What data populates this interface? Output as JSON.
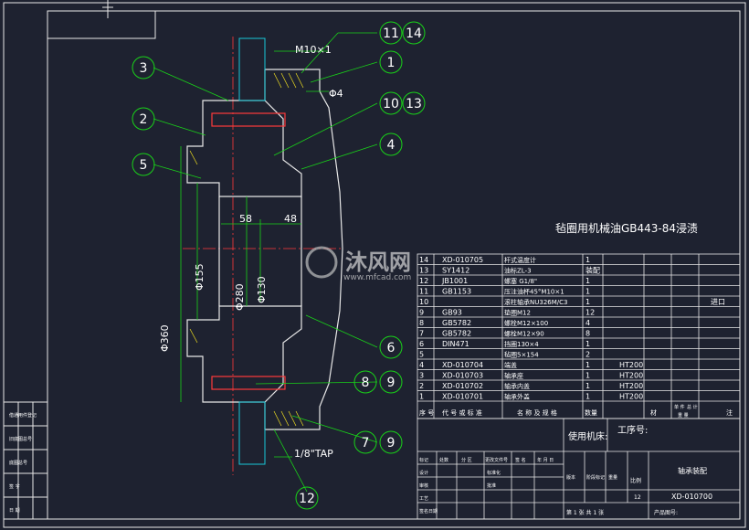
{
  "drawing": {
    "title_note": "毡圈用机械油GB443-84浸渍",
    "watermark_name": "沐风网",
    "watermark_url": "www.mfcad.com"
  },
  "callouts": [
    {
      "label": "11",
      "label2": "14"
    },
    {
      "label": "1"
    },
    {
      "label": "3"
    },
    {
      "label": "10",
      "label2": "13"
    },
    {
      "label": "2"
    },
    {
      "label": "4"
    },
    {
      "label": "5"
    },
    {
      "label": "6"
    },
    {
      "label": "8",
      "label2": "9"
    },
    {
      "label": "7",
      "label2": "9"
    },
    {
      "label": "12"
    }
  ],
  "dimensions": {
    "thread": "M10×1",
    "hole": "Φ4",
    "d1": "58",
    "d2": "48",
    "dia_155": "Φ155",
    "dia_280": "Φ280",
    "dia_130": "Φ130",
    "dia_360": "Φ360",
    "tap": "1/8\"TAP"
  },
  "bom": {
    "rows": [
      {
        "no": "14",
        "code": "XD-010705",
        "name": "杆式温度计",
        "qty": "1",
        "mat": "",
        "note": ""
      },
      {
        "no": "13",
        "code": "SY1412",
        "name": "油标ZL-3",
        "qty": "装配",
        "mat": "",
        "note": ""
      },
      {
        "no": "12",
        "code": "JB1001",
        "name": "螺塞 G1/8\"",
        "qty": "1",
        "mat": "",
        "note": ""
      },
      {
        "no": "11",
        "code": "GB1153",
        "name": "压注油杯45°M10×1",
        "qty": "1",
        "mat": "",
        "note": ""
      },
      {
        "no": "10",
        "code": "",
        "name": "滚柱轴承NU326M/C3",
        "qty": "1",
        "mat": "",
        "note": "进口"
      },
      {
        "no": "9",
        "code": "GB93",
        "name": "垫圈M12",
        "qty": "12",
        "mat": "",
        "note": ""
      },
      {
        "no": "8",
        "code": "GB5782",
        "name": "螺栓M12×100",
        "qty": "4",
        "mat": "",
        "note": ""
      },
      {
        "no": "7",
        "code": "GB5782",
        "name": "螺栓M12×90",
        "qty": "8",
        "mat": "",
        "note": ""
      },
      {
        "no": "6",
        "code": "DIN471",
        "name": "挡圈130×4",
        "qty": "1",
        "mat": "",
        "note": ""
      },
      {
        "no": "5",
        "code": "",
        "name": "毡圈5×154",
        "qty": "2",
        "mat": "",
        "note": ""
      },
      {
        "no": "4",
        "code": "XD-010704",
        "name": "端盖",
        "qty": "1",
        "mat": "HT200",
        "note": ""
      },
      {
        "no": "3",
        "code": "XD-010703",
        "name": "轴承座",
        "qty": "1",
        "mat": "HT200",
        "note": ""
      },
      {
        "no": "2",
        "code": "XD-010702",
        "name": "轴承内盖",
        "qty": "1",
        "mat": "HT200",
        "note": ""
      },
      {
        "no": "1",
        "code": "XD-010701",
        "name": "轴承外盖",
        "qty": "1",
        "mat": "HT200",
        "note": ""
      }
    ],
    "header": {
      "no": "序 号",
      "code": "代 号 或 标 准",
      "name": "名 称 及 规 格",
      "qty": "数量",
      "mat": "材",
      "right_a": "单 件",
      "right_b": "总 计",
      "right_c": "重 量",
      "note": "注"
    }
  },
  "title_block": {
    "used_on": "使用机床:",
    "process_no": "工序号:",
    "name": "轴承装配",
    "drawing_no": "XD-010700",
    "scale_value": "12",
    "scale_label": "比例",
    "weight_label": "重量",
    "stage_label": "阶段标记",
    "sheet_text": "第 1 张 共 1 张",
    "product_no": "产品图号:",
    "row_labels": [
      "标记",
      "处数",
      "分 区",
      "更改文件号",
      "签 名",
      "年 月 日"
    ],
    "design": "设计",
    "std": "标准化",
    "check": "审核",
    "process": "工艺",
    "approve": "批准",
    "version": "版本",
    "sign_date": "签名日期"
  },
  "side_strip": [
    "借通用件登记",
    "旧底图总号",
    "底图总号",
    "签 字",
    "日 期"
  ],
  "colors": {
    "bg": "#1e2230",
    "line": "#e8e8e8",
    "green": "#19d219",
    "red": "#ff3a3a",
    "yellow": "#f0e020",
    "cyan": "#18c8d8"
  }
}
